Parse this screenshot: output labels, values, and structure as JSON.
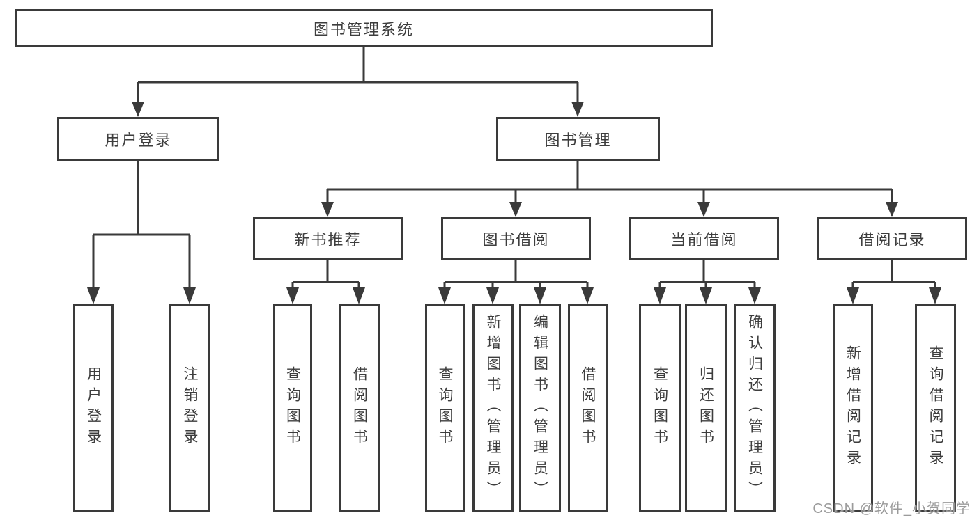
{
  "diagram": {
    "root": {
      "label": "图书管理系统"
    },
    "level2": [
      {
        "label": "用户登录"
      },
      {
        "label": "图书管理"
      }
    ],
    "level3": [
      {
        "label": "新书推荐"
      },
      {
        "label": "图书借阅"
      },
      {
        "label": "当前借阅"
      },
      {
        "label": "借阅记录"
      }
    ],
    "leaves": {
      "user_login": [
        "用户登录",
        "注销登录"
      ],
      "new_books": [
        "查询图书",
        "借阅图书"
      ],
      "book_borrow": [
        "查询图书",
        "新增图书（管理员）",
        "编辑图书（管理员）",
        "借阅图书"
      ],
      "current_borrow": [
        "查询图书",
        "归还图书",
        "确认归还（管理员）"
      ],
      "borrow_records": [
        "新增借阅记录",
        "查询借阅记录"
      ]
    },
    "colors": {
      "line": "#3a3a3a",
      "text": "#3d3d3d",
      "watermark": "#9b9b9b",
      "background": "#ffffff"
    }
  },
  "watermark": {
    "text": "CSDN @软件_小贺同学"
  }
}
